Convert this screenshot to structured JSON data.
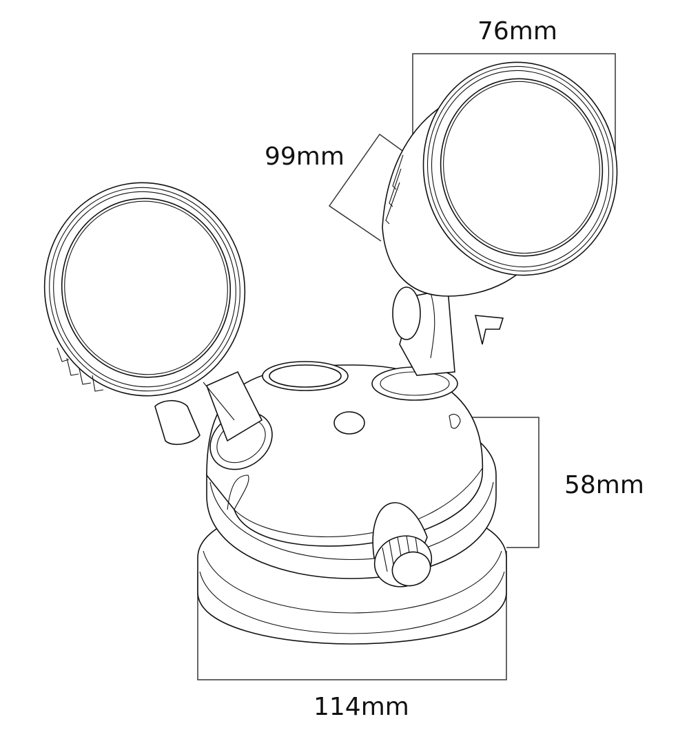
{
  "figure": {
    "subject": "Twin-head security light with dimension callouts",
    "background": "#ffffff",
    "line_color": "#111111"
  },
  "dimensions": {
    "head_width": {
      "label": "76mm"
    },
    "head_depth": {
      "label": "99mm"
    },
    "base_height": {
      "label": "58mm"
    },
    "base_width": {
      "label": "114mm"
    }
  },
  "parts": {
    "left_head": "lamp-head-left",
    "right_head": "lamp-head-right",
    "base": "dome-base",
    "sensor": "sensor-window",
    "knob": "adjustment-knob"
  }
}
